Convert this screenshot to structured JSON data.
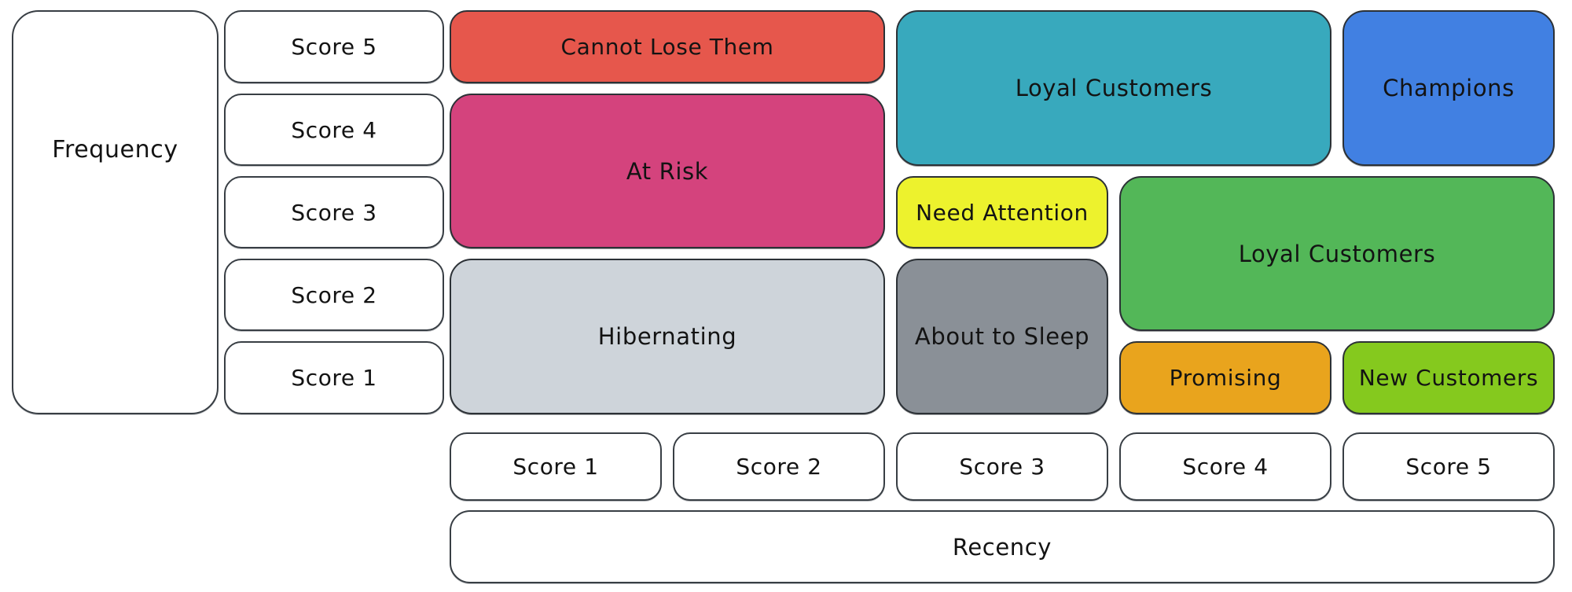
{
  "diagram": {
    "type": "rfm-customer-segmentation-grid",
    "y_axis": {
      "label": "Frequency",
      "scores": [
        "Score 5",
        "Score 4",
        "Score 3",
        "Score 2",
        "Score 1"
      ]
    },
    "x_axis": {
      "label": "Recency",
      "scores": [
        "Score 1",
        "Score 2",
        "Score 3",
        "Score 4",
        "Score 5"
      ]
    },
    "segments": [
      {
        "label": "Cannot Lose Them",
        "color": "#e6574c",
        "frequency_scores": "5",
        "recency_scores": "1-2"
      },
      {
        "label": "At Risk",
        "color": "#d4437d",
        "frequency_scores": "3-4",
        "recency_scores": "1-2"
      },
      {
        "label": "Hibernating",
        "color": "#ced4da",
        "frequency_scores": "1-2",
        "recency_scores": "1-2"
      },
      {
        "label": "Loyal Customers",
        "color": "#38a9bd",
        "frequency_scores": "4-5",
        "recency_scores": "3-4"
      },
      {
        "label": "Champions",
        "color": "#4180e2",
        "frequency_scores": "4-5",
        "recency_scores": "5"
      },
      {
        "label": "Need Attention",
        "color": "#edf22d",
        "frequency_scores": "3",
        "recency_scores": "3"
      },
      {
        "label": "About to Sleep",
        "color": "#8a9097",
        "frequency_scores": "1-2",
        "recency_scores": "3"
      },
      {
        "label": "Loyal Customers",
        "color": "#53b758",
        "frequency_scores": "2-3",
        "recency_scores": "4-5"
      },
      {
        "label": "Promising",
        "color": "#e9a41d",
        "frequency_scores": "1",
        "recency_scores": "4"
      },
      {
        "label": "New Customers",
        "color": "#85c91e",
        "frequency_scores": "1",
        "recency_scores": "5"
      }
    ]
  }
}
